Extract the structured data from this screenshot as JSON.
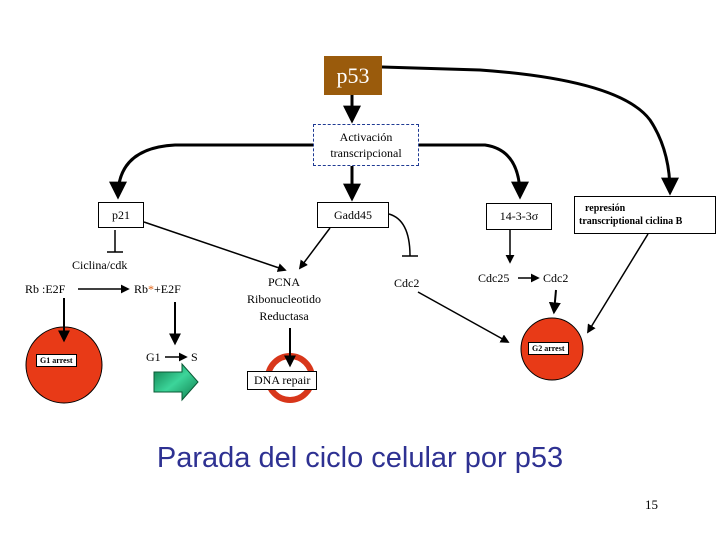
{
  "nodes": {
    "p53": "p53",
    "activacion_line1": "Activación",
    "activacion_line2": "transcripcional",
    "p21": "p21",
    "gadd45": "Gadd45",
    "sigma": "14-3-3σ",
    "represion_line1": "represión",
    "represion_line2": "transcriptional ciclina B",
    "ciclina_cdk": "Ciclina/cdk",
    "rb_e2f": "Rb :E2F",
    "rb": "Rb",
    "rb_star": "*",
    "plus_e2f": "+E2F",
    "pcna_line1": "PCNA",
    "pcna_line2": "Ribonucleotido",
    "pcna_line3": "Reductasa",
    "cdc2_left": "Cdc2",
    "cdc25": "Cdc25",
    "cdc2_right": "Cdc2",
    "g1_arrest": "G1 arrest",
    "g1": "G1",
    "s": "S",
    "dna_repair": "DNA repair",
    "g2_arrest": "G2 arrest"
  },
  "title": "Parada del ciclo celular por p53",
  "page_number": "15",
  "colors": {
    "p53_box": "#9a5b0c",
    "circle_red": "#e83a17",
    "title_blue": "#2e3192",
    "box_border_blue": "#1f3a93",
    "arrow_green": "#1aa36b"
  }
}
